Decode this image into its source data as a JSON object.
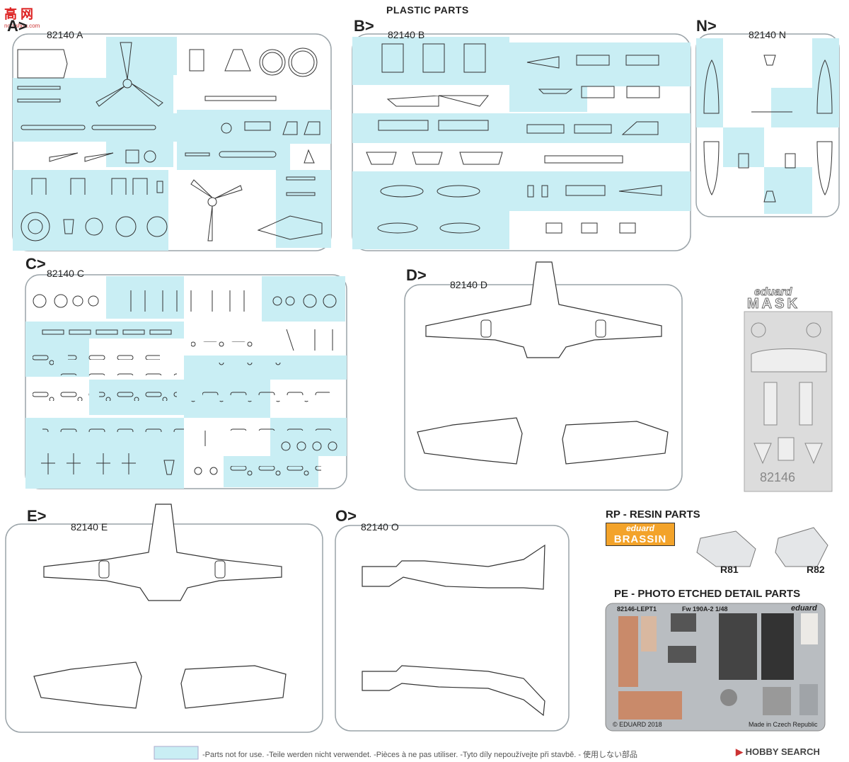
{
  "header": {
    "title": "PLASTIC PARTS",
    "watermark_glyphs": "高 网",
    "watermark_url": "noo.shou.com"
  },
  "sprues": [
    {
      "letter": "A>",
      "code": "82140 A"
    },
    {
      "letter": "B>",
      "code": "82140 B"
    },
    {
      "letter": "N>",
      "code": "82140 N"
    },
    {
      "letter": "C>",
      "code": "82140 C"
    },
    {
      "letter": "D>",
      "code": "82140 D"
    },
    {
      "letter": "E>",
      "code": "82140 E"
    },
    {
      "letter": "O>",
      "code": "82140 O"
    }
  ],
  "mask": {
    "brand": "eduard",
    "label": "MASK",
    "code": "82146"
  },
  "resin": {
    "title": "RP - RESIN PARTS",
    "brand_top": "eduard",
    "brand_bottom": "BRASSIN",
    "parts": [
      "R81",
      "R82"
    ]
  },
  "pe": {
    "title": "PE - PHOTO ETCHED DETAIL PARTS",
    "sheet_code": "82146-LEPT1",
    "sheet_model": "Fw 190A-2 1/48",
    "sheet_brand": "eduard",
    "copyright": "© EDUARD 2018",
    "made_in": "Made in Czech Republic"
  },
  "legend": {
    "text": "-Parts not for use. -Teile werden nicht verwendet. -Pièces à ne pas utiliser. -Tyto díly nepoužívejte při stavbě. - 使用しない部品",
    "swatch_color": "#c9eef4"
  },
  "footer": {
    "brand": "HOBBY SEARCH"
  },
  "colors": {
    "cyan": "#c9eef4",
    "line": "#9aa3a8",
    "pe_bg": "#b9bdc1"
  }
}
